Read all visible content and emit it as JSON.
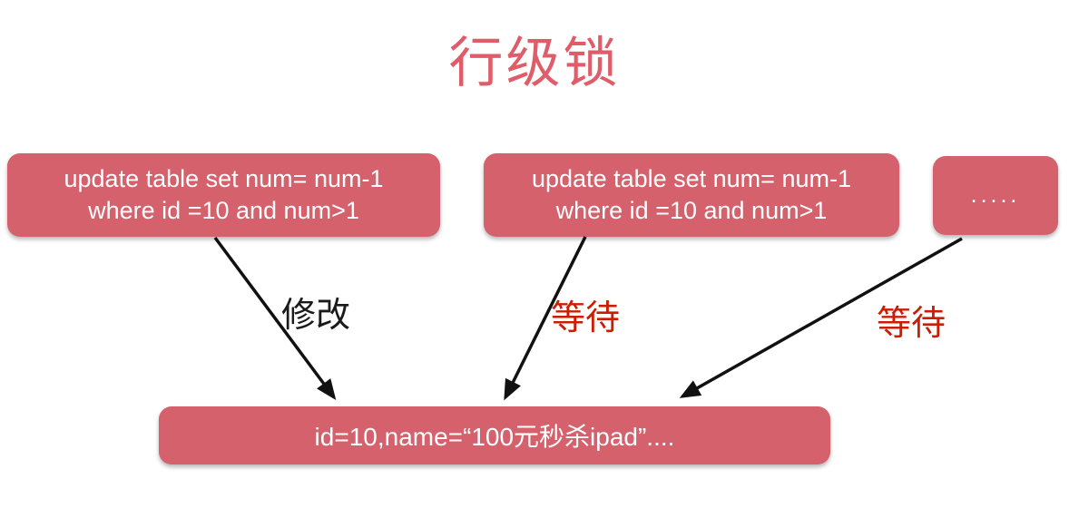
{
  "title": "行级锁",
  "colors": {
    "background": "#ffffff",
    "box_fill": "#d4616c",
    "box_text": "#ffffff",
    "title_text": "#df5c69",
    "modify_label": "#1a1a1a",
    "wait_label": "#c91d04",
    "arrow": "#111111"
  },
  "transactions": [
    {
      "sql_line1": "update table set num= num-1",
      "sql_line2": "where id =10 and num>1",
      "arrow_label": "修改"
    },
    {
      "sql_line1": "update table set num= num-1",
      "sql_line2": "where id =10 and num>1",
      "arrow_label": "等待"
    },
    {
      "more_label": ".....",
      "arrow_label": "等待"
    }
  ],
  "row_record": {
    "label": "id=10,name=“100元秒杀ipad”...."
  }
}
